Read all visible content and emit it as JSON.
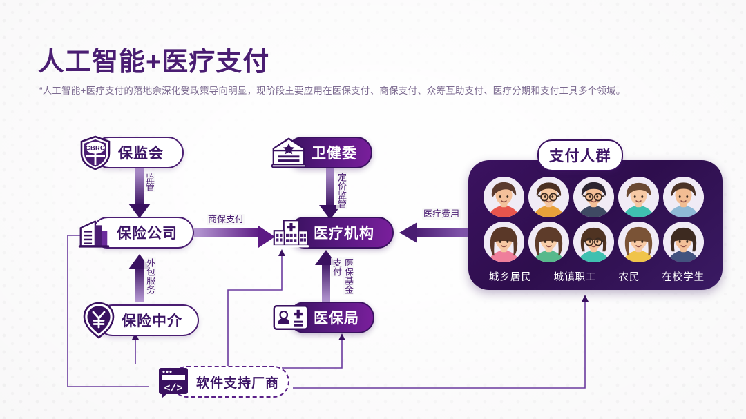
{
  "header": {
    "title": "人工智能+医疗支付",
    "subtitle": "“人工智能+医疗支付的落地余深化受政策导向明显，现阶段主要应用在医保支付、商保支付、众筹互助支付、医疗分期和支付工具多个领域。"
  },
  "colors": {
    "brand_purple": "#4a1d72",
    "deep_purple": "#3a1160",
    "magenta_purple": "#7a1f9c",
    "panel_dark": "#2e0e4d",
    "page_background": "#f7f6f7",
    "node_light_fill": "#ffffff"
  },
  "nodes": [
    {
      "id": "cbrc",
      "label": "保监会",
      "icon": "shield-cbrc-icon",
      "style": "light",
      "badge_text": "CBRC"
    },
    {
      "id": "nhc",
      "label": "卫健委",
      "icon": "government-building-icon",
      "style": "dark"
    },
    {
      "id": "insurer",
      "label": "保险公司",
      "icon": "office-building-icon",
      "style": "light"
    },
    {
      "id": "hospital",
      "label": "医疗机构",
      "icon": "hospital-icon",
      "style": "dark"
    },
    {
      "id": "broker",
      "label": "保险中介",
      "icon": "shield-yuan-icon",
      "style": "light"
    },
    {
      "id": "nhsa",
      "label": "医保局",
      "icon": "insurance-card-icon",
      "style": "dark"
    },
    {
      "id": "software",
      "label": "软件支持厂商",
      "icon": "code-window-icon",
      "style": "dashed"
    }
  ],
  "edges": [
    {
      "from": "cbrc",
      "to": "insurer",
      "label": "监管",
      "orientation": "vertical",
      "arrow": "down",
      "thick": true
    },
    {
      "from": "nhc",
      "to": "hospital",
      "label": "定价监管",
      "orientation": "vertical",
      "arrow": "down",
      "thick": true
    },
    {
      "from": "insurer",
      "to": "hospital",
      "label": "商保支付",
      "orientation": "horizontal",
      "arrow": "right",
      "thick": true
    },
    {
      "from": "broker",
      "to": "insurer",
      "label": "外包服务",
      "orientation": "vertical",
      "arrow": "up",
      "thick": true
    },
    {
      "from": "nhsa",
      "to": "hospital",
      "label": "医保基金",
      "label2": "支付",
      "orientation": "vertical",
      "arrow": "up",
      "thick": true
    },
    {
      "from": "crowd",
      "to": "hospital",
      "label": "医疗费用",
      "orientation": "horizontal",
      "arrow": "left",
      "thick": true
    },
    {
      "from": "software",
      "to": "broker",
      "label": "",
      "orientation": "thin",
      "arrow": "up",
      "thick": false
    },
    {
      "from": "software",
      "to": "insurer",
      "label": "",
      "orientation": "thin",
      "arrow": "right",
      "thick": false
    },
    {
      "from": "software",
      "to": "hospital",
      "label": "",
      "orientation": "thin",
      "arrow": "up",
      "thick": false
    },
    {
      "from": "software",
      "to": "nhsa",
      "label": "",
      "orientation": "thin",
      "arrow": "up",
      "thick": false
    },
    {
      "from": "software",
      "to": "crowd",
      "label": "",
      "orientation": "thin",
      "arrow": "up",
      "thick": false
    }
  ],
  "crowd": {
    "title": "支付人群",
    "avatar_count": 10,
    "avatars": [
      {
        "name": "avatar-man-red",
        "skin": "#f4c09a",
        "hair": "#5b3a2e",
        "shirt": "#e8554d",
        "glasses": false,
        "hair_style": "side"
      },
      {
        "name": "avatar-man-orange",
        "skin": "#f6c79f",
        "hair": "#4b2f22",
        "shirt": "#e8a13a",
        "glasses": true,
        "hair_style": "short"
      },
      {
        "name": "avatar-man-suit",
        "skin": "#f3bf96",
        "hair": "#2c2430",
        "shirt": "#3f4a63",
        "glasses": true,
        "hair_style": "neat"
      },
      {
        "name": "avatar-man-teal",
        "skin": "#f6c9a4",
        "hair": "#6b4a33",
        "shirt": "#3fc0b0",
        "glasses": false,
        "hair_style": "swoop"
      },
      {
        "name": "avatar-man-blue",
        "skin": "#f2bd93",
        "hair": "#4a3226",
        "shirt": "#8fb9d6",
        "glasses": false,
        "hair_style": "short"
      },
      {
        "name": "avatar-woman-pink",
        "skin": "#f6c7a2",
        "hair": "#5a3828",
        "shirt": "#ef7f9b",
        "glasses": false,
        "hair_style": "long"
      },
      {
        "name": "avatar-woman-green",
        "skin": "#f7cda8",
        "hair": "#5e3c2a",
        "shirt": "#57b98c",
        "glasses": false,
        "hair_style": "long"
      },
      {
        "name": "avatar-woman-teal",
        "skin": "#f4c49d",
        "hair": "#4f3322",
        "shirt": "#3fc0b0",
        "glasses": true,
        "hair_style": "bob"
      },
      {
        "name": "avatar-woman-yellow",
        "skin": "#f6c9a4",
        "hair": "#7a5336",
        "shirt": "#f0c44a",
        "glasses": false,
        "hair_style": "long"
      },
      {
        "name": "avatar-woman-navy",
        "skin": "#f3c098",
        "hair": "#3d2a20",
        "shirt": "#43537e",
        "glasses": false,
        "hair_style": "bob"
      }
    ],
    "labels": [
      "城乡居民",
      "城镇职工",
      "农民",
      "在校学生"
    ]
  }
}
